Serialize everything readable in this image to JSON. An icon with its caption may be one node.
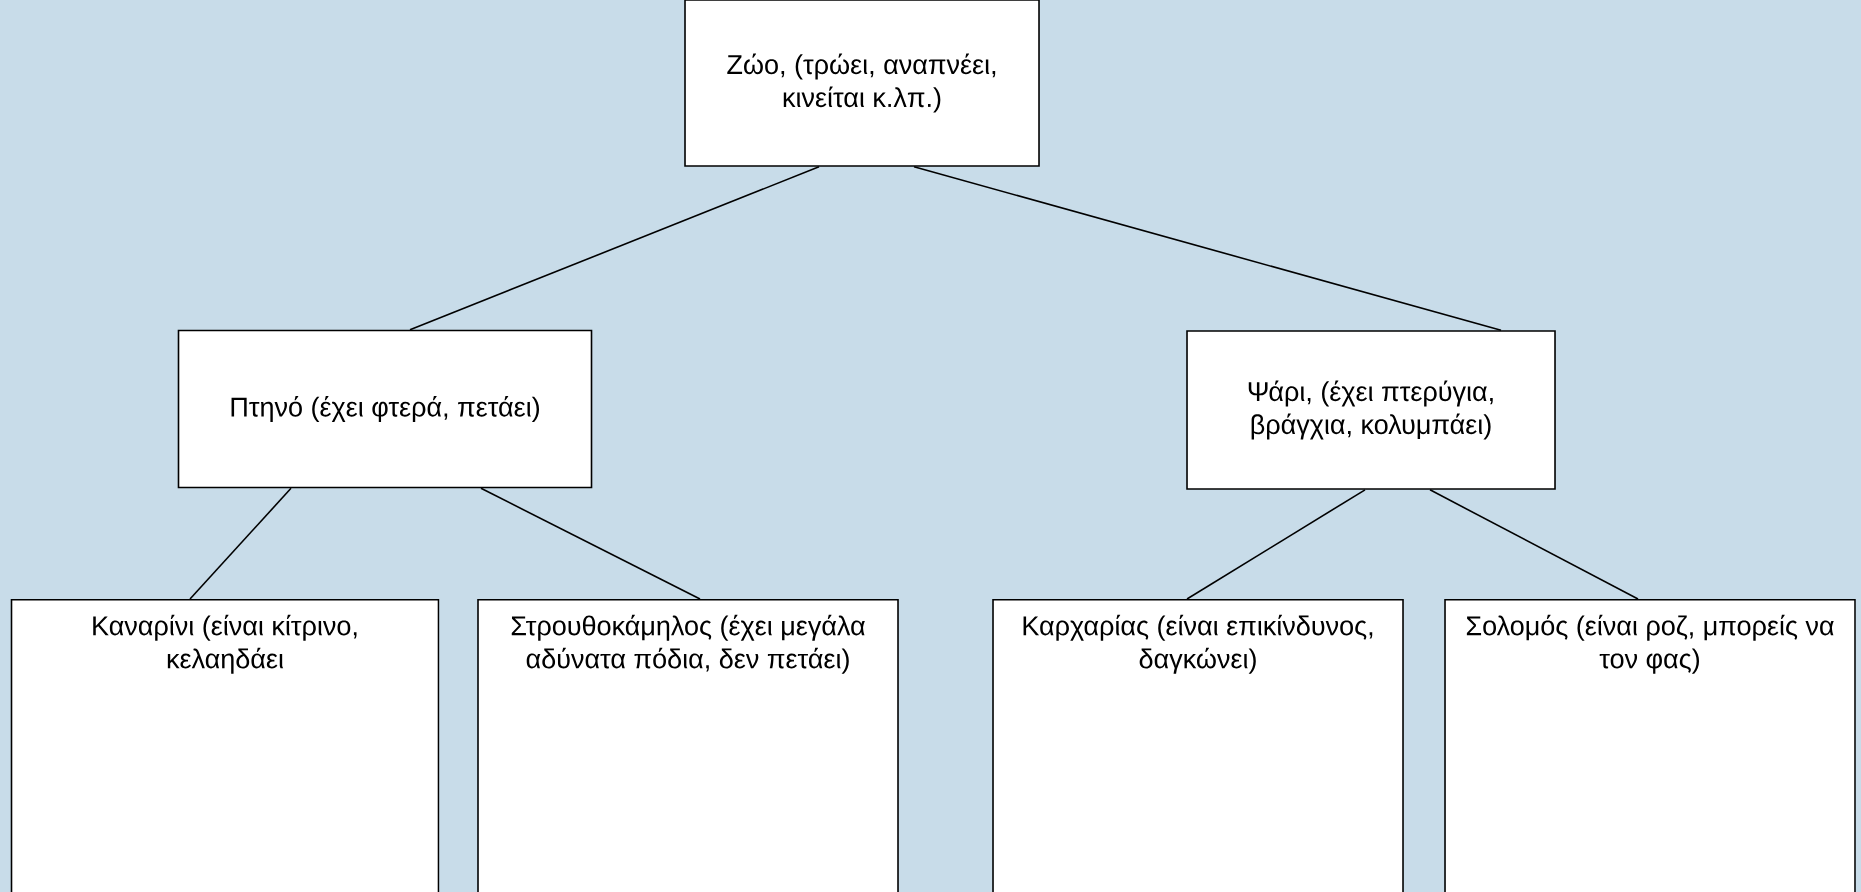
{
  "diagram": {
    "nodes": [
      {
        "text": [
          "Ζώο, (τρώει, αναπνέει, κινείται κ.λπ.)"
        ]
      },
      {
        "text": [
          "Πτηνό (έχει φτερά, πετάει)"
        ]
      },
      {
        "text": [
          "Ψάρι, (έχει πτερύγια, βράγχια, κολυμπάει)"
        ]
      },
      {
        "text": [
          "Καναρίνι (είναι κίτρινο, κελαηδάει"
        ]
      },
      {
        "text": [
          "Στρουθοκάμηλος (έχει μεγάλα αδύνατα πόδια, δεν πετάει)"
        ]
      },
      {
        "text": [
          "Καρχαρίας (είναι επικίνδυνος, δαγκώνει)"
        ]
      },
      {
        "text": [
          "Σολομός (είναι ροζ, μπορείς να τον φας)"
        ]
      }
    ],
    "edges": [
      {
        "from": 0,
        "to": 1,
        "arrow": "none"
      },
      {
        "from": 0,
        "to": 2,
        "arrow": "none"
      },
      {
        "from": 1,
        "to": 3,
        "arrow": "none"
      },
      {
        "from": 1,
        "to": 4,
        "arrow": "none"
      },
      {
        "from": 2,
        "to": 5,
        "arrow": "none"
      },
      {
        "from": 2,
        "to": 6,
        "arrow": "none"
      }
    ]
  }
}
